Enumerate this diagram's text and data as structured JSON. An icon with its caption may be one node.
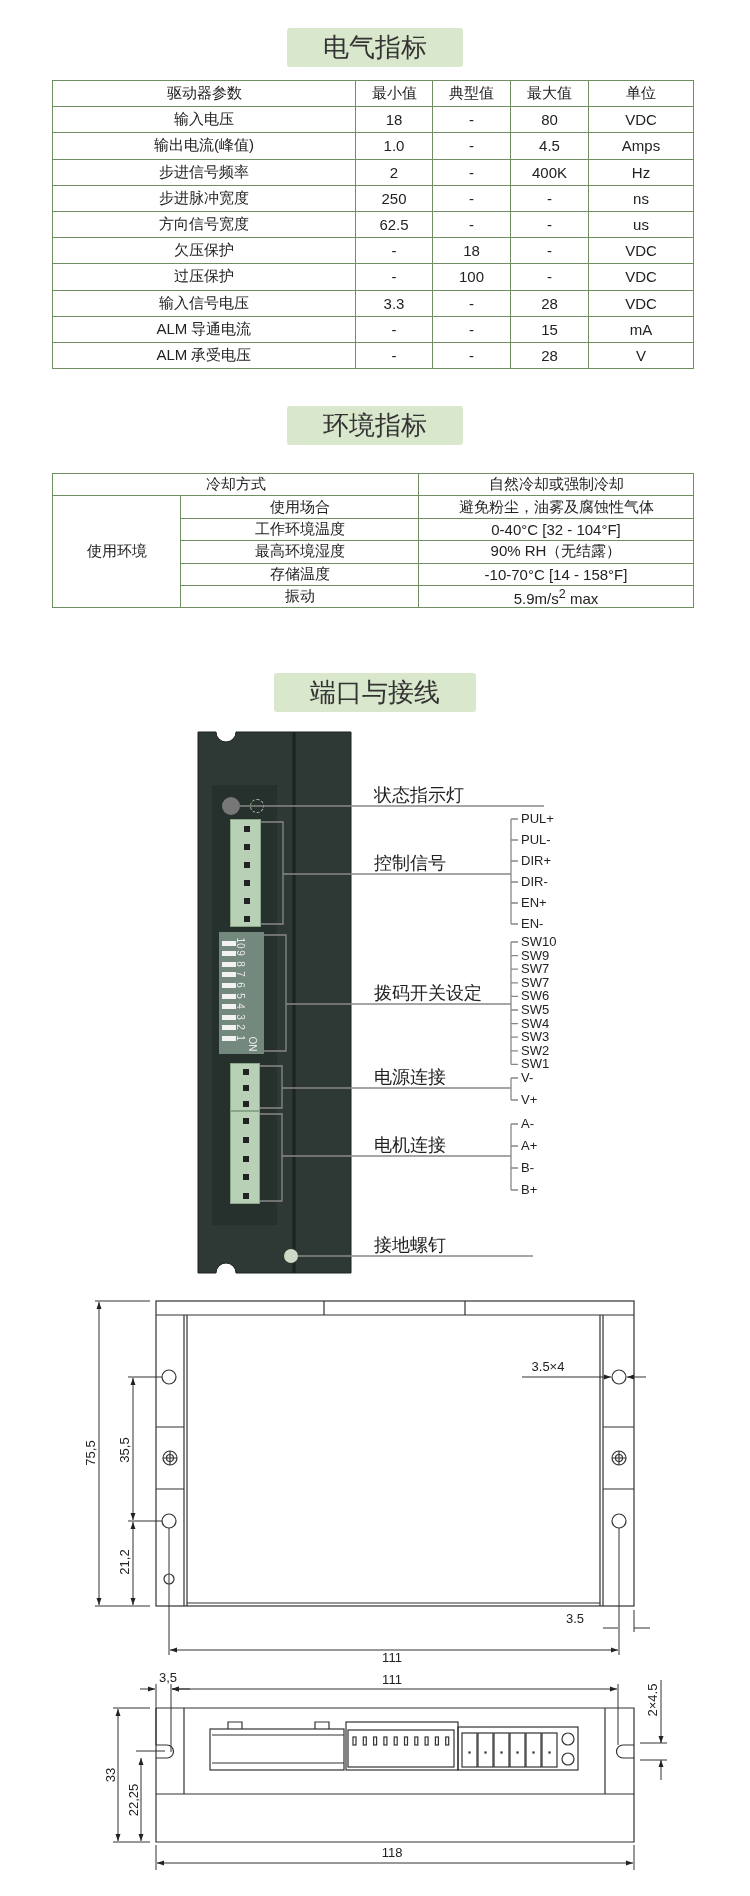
{
  "diagram": {
    "nodes": [
      {
        "text": [
          "状态指示灯"
        ]
      },
      {
        "text": [
          "控制信号"
        ]
      },
      {
        "text": [
          "拨码开关设定"
        ]
      },
      {
        "text": [
          "电源连接"
        ]
      },
      {
        "text": [
          "电机连接"
        ]
      },
      {
        "text": [
          "接地螺钉"
        ]
      },
      {
        "text": [],
        "shape": "circle"
      },
      {
        "text": [],
        "shape": "box"
      },
      {
        "text": [],
        "shape": "box"
      },
      {
        "text": [],
        "shape": "box"
      },
      {
        "text": [],
        "shape": "box"
      },
      {
        "text": [],
        "shape": "circle"
      }
    ],
    "edges": [
      {
        "from": 0,
        "to": 6,
        "arrow": "none"
      },
      {
        "from": 1,
        "to": 7,
        "arrow": "none"
      },
      {
        "from": 2,
        "to": 8,
        "arrow": "none"
      },
      {
        "from": 3,
        "to": 9,
        "arrow": "none"
      },
      {
        "from": 4,
        "to": 10,
        "arrow": "none"
      },
      {
        "from": 5,
        "to": 11,
        "arrow": "none"
      }
    ],
    "labels": [
      "电气指标",
      "驱动器参数",
      "最小值",
      "典型值",
      "最大值",
      "单位",
      "输入电压",
      "18",
      "-",
      "80",
      "VDC",
      "输出电流(峰值)",
      "1.0",
      "-",
      "4.5",
      "Amps",
      "步进信号频率",
      "2",
      "-",
      "400K",
      "Hz",
      "步进脉冲宽度",
      "250",
      "-",
      "-",
      "ns",
      "方向信号宽度",
      "62.5",
      "-",
      "-",
      "us",
      "欠压保护",
      "-",
      "18",
      "-",
      "VDC",
      "过压保护",
      "-",
      "100",
      "-",
      "VDC",
      "输入信号电压",
      "3.3",
      "-",
      "28",
      "VDC",
      "ALM 导通电流",
      "-",
      "-",
      "15",
      "mA",
      "ALM 承受电压",
      "-",
      "-",
      "28",
      "V",
      "环境指标",
      "冷却方式",
      "自然冷却或强制冷却",
      "使用环境",
      "使用场合",
      "避免粉尘，油雾及腐蚀性气体",
      "工作环境温度",
      "0-40°C [32 - 104°F]",
      "最高环境湿度",
      "90% RH（无结露）",
      "存储温度",
      "-10-70°C [14 - 158°F]",
      "振动",
      "5.9m/s$^{2}$ max",
      "端口与接线",
      "PUL+",
      "PUL-",
      "DIR+",
      "DIR-",
      "EN+",
      "EN-",
      "SW10",
      "SW9",
      "SW7",
      "SW7",
      "SW6",
      "SW5",
      "SW4",
      "SW3",
      "SW2",
      "SW1",
      "V-",
      "V+",
      "A-",
      "A+",
      "B-",
      "B+",
      "ON",
      "1",
      "2",
      "3",
      "4",
      "5",
      "6",
      "7",
      "8",
      "9",
      "10",
      "75,5",
      "35,5",
      "21,2",
      "3.5×4",
      "111",
      "3.5",
      "3,5",
      "111",
      "2×4.5",
      "33",
      "22,25",
      "118"
    ]
  }
}
